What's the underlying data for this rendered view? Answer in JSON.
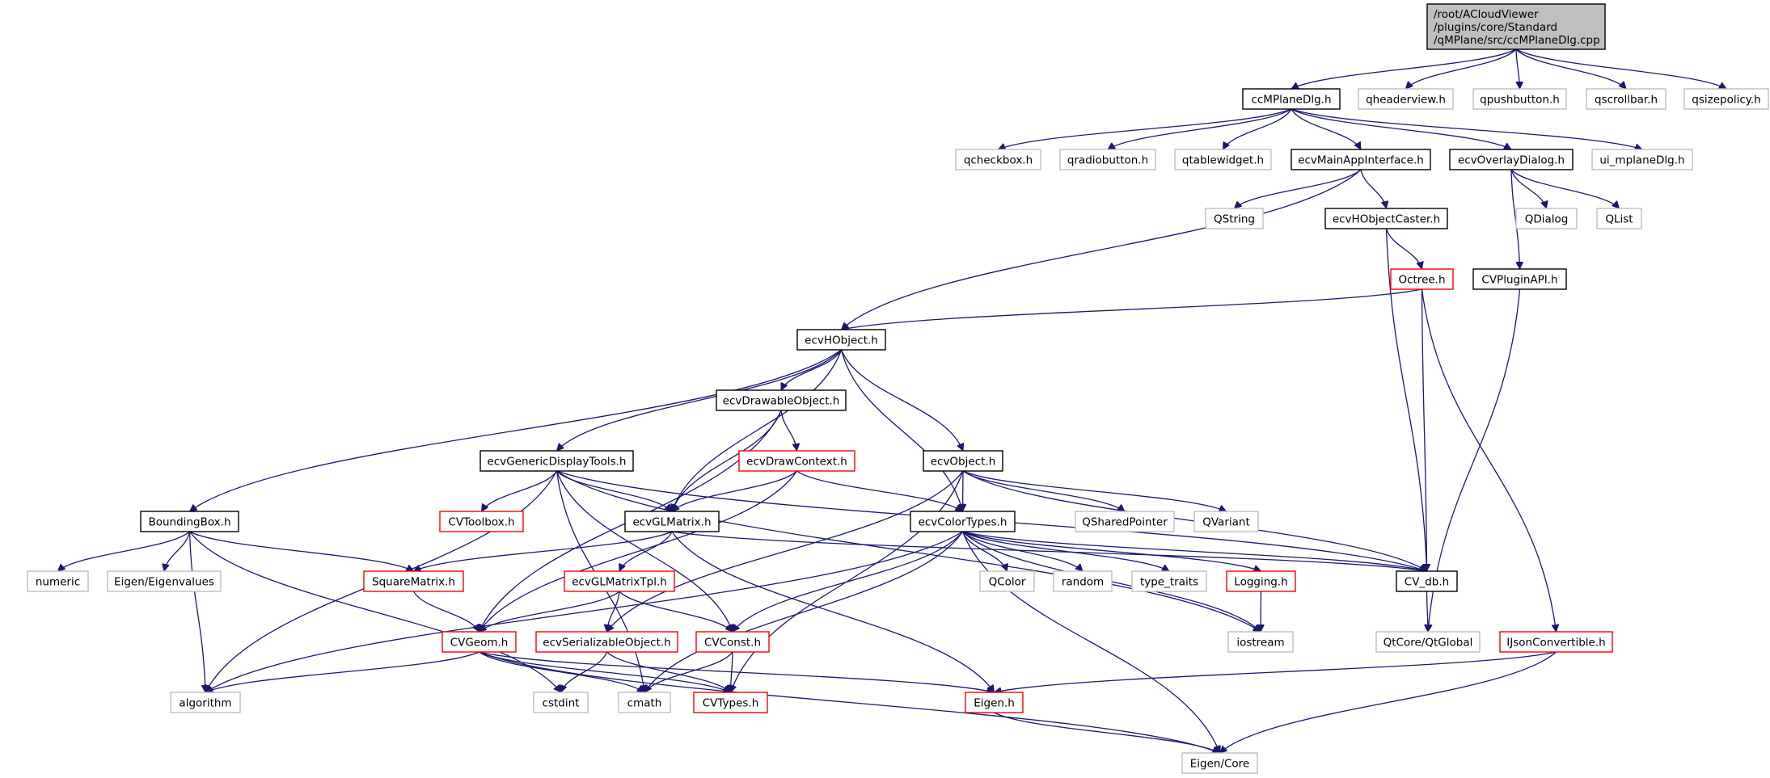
{
  "title": "Include dependency graph for ccMPlaneDlg.cpp",
  "colors": {
    "edge": "#191970",
    "root_fill": "#bfbfbf",
    "root_border": "#000000",
    "documented_border": "#000000",
    "undocumented_border": "#ff0000",
    "external_border": "#bfbfbf",
    "node_fill": "#ffffff"
  },
  "nodes": [
    {
      "id": "root",
      "lines": [
        "/root/ACloudViewer",
        "/plugins/core/Standard",
        "/qMPlane/src/ccMPlaneDlg.cpp"
      ],
      "kind": "root"
    },
    {
      "id": "ccMPlaneDlg",
      "lines": [
        "ccMPlaneDlg.h"
      ],
      "kind": "documented"
    },
    {
      "id": "qheaderview",
      "lines": [
        "qheaderview.h"
      ],
      "kind": "external"
    },
    {
      "id": "qpushbutton",
      "lines": [
        "qpushbutton.h"
      ],
      "kind": "external"
    },
    {
      "id": "qscrollbar",
      "lines": [
        "qscrollbar.h"
      ],
      "kind": "external"
    },
    {
      "id": "qsizepolicy",
      "lines": [
        "qsizepolicy.h"
      ],
      "kind": "external"
    },
    {
      "id": "qcheckbox",
      "lines": [
        "qcheckbox.h"
      ],
      "kind": "external"
    },
    {
      "id": "qradiobutton",
      "lines": [
        "qradiobutton.h"
      ],
      "kind": "external"
    },
    {
      "id": "qtablewidget",
      "lines": [
        "qtablewidget.h"
      ],
      "kind": "external"
    },
    {
      "id": "ecvMainAppInterface",
      "lines": [
        "ecvMainAppInterface.h"
      ],
      "kind": "documented"
    },
    {
      "id": "ecvOverlayDialog",
      "lines": [
        "ecvOverlayDialog.h"
      ],
      "kind": "documented"
    },
    {
      "id": "ui_mplaneDlg",
      "lines": [
        "ui_mplaneDlg.h"
      ],
      "kind": "external"
    },
    {
      "id": "QString",
      "lines": [
        "QString"
      ],
      "kind": "external"
    },
    {
      "id": "ecvHObjectCaster",
      "lines": [
        "ecvHObjectCaster.h"
      ],
      "kind": "documented"
    },
    {
      "id": "QDialog",
      "lines": [
        "QDialog"
      ],
      "kind": "external"
    },
    {
      "id": "QList",
      "lines": [
        "QList"
      ],
      "kind": "external"
    },
    {
      "id": "Octree",
      "lines": [
        "Octree.h"
      ],
      "kind": "undocumented"
    },
    {
      "id": "CVPluginAPI",
      "lines": [
        "CVPluginAPI.h"
      ],
      "kind": "documented"
    },
    {
      "id": "ecvHObject",
      "lines": [
        "ecvHObject.h"
      ],
      "kind": "documented"
    },
    {
      "id": "ecvDrawableObject",
      "lines": [
        "ecvDrawableObject.h"
      ],
      "kind": "documented"
    },
    {
      "id": "ecvGenericDisplayTools",
      "lines": [
        "ecvGenericDisplayTools.h"
      ],
      "kind": "documented"
    },
    {
      "id": "ecvDrawContext",
      "lines": [
        "ecvDrawContext.h"
      ],
      "kind": "undocumented"
    },
    {
      "id": "ecvObject",
      "lines": [
        "ecvObject.h"
      ],
      "kind": "documented"
    },
    {
      "id": "BoundingBox",
      "lines": [
        "BoundingBox.h"
      ],
      "kind": "documented"
    },
    {
      "id": "CVToolbox",
      "lines": [
        "CVToolbox.h"
      ],
      "kind": "undocumented"
    },
    {
      "id": "ecvGLMatrix",
      "lines": [
        "ecvGLMatrix.h"
      ],
      "kind": "documented"
    },
    {
      "id": "ecvColorTypes",
      "lines": [
        "ecvColorTypes.h"
      ],
      "kind": "documented"
    },
    {
      "id": "QSharedPointer",
      "lines": [
        "QSharedPointer"
      ],
      "kind": "external"
    },
    {
      "id": "QVariant",
      "lines": [
        "QVariant"
      ],
      "kind": "external"
    },
    {
      "id": "numeric",
      "lines": [
        "numeric"
      ],
      "kind": "external"
    },
    {
      "id": "EigenEigenvalues",
      "lines": [
        "Eigen/Eigenvalues"
      ],
      "kind": "external"
    },
    {
      "id": "SquareMatrix",
      "lines": [
        "SquareMatrix.h"
      ],
      "kind": "undocumented"
    },
    {
      "id": "ecvGLMatrixTpl",
      "lines": [
        "ecvGLMatrixTpl.h"
      ],
      "kind": "undocumented"
    },
    {
      "id": "QColor",
      "lines": [
        "QColor"
      ],
      "kind": "external"
    },
    {
      "id": "random",
      "lines": [
        "random"
      ],
      "kind": "external"
    },
    {
      "id": "type_traits",
      "lines": [
        "type_traits"
      ],
      "kind": "external"
    },
    {
      "id": "Logging",
      "lines": [
        "Logging.h"
      ],
      "kind": "undocumented"
    },
    {
      "id": "CV_db",
      "lines": [
        "CV_db.h"
      ],
      "kind": "documented"
    },
    {
      "id": "CVGeom",
      "lines": [
        "CVGeom.h"
      ],
      "kind": "undocumented"
    },
    {
      "id": "ecvSerializableObject",
      "lines": [
        "ecvSerializableObject.h"
      ],
      "kind": "undocumented"
    },
    {
      "id": "CVConst",
      "lines": [
        "CVConst.h"
      ],
      "kind": "undocumented"
    },
    {
      "id": "iostream",
      "lines": [
        "iostream"
      ],
      "kind": "external"
    },
    {
      "id": "QtGlobal",
      "lines": [
        "QtCore/QtGlobal"
      ],
      "kind": "external"
    },
    {
      "id": "IJsonConvertible",
      "lines": [
        "IJsonConvertible.h"
      ],
      "kind": "undocumented"
    },
    {
      "id": "algorithm",
      "lines": [
        "algorithm"
      ],
      "kind": "external"
    },
    {
      "id": "cstdint",
      "lines": [
        "cstdint"
      ],
      "kind": "external"
    },
    {
      "id": "cmath",
      "lines": [
        "cmath"
      ],
      "kind": "external"
    },
    {
      "id": "CVTypes",
      "lines": [
        "CVTypes.h"
      ],
      "kind": "undocumented"
    },
    {
      "id": "EigenH",
      "lines": [
        "Eigen.h"
      ],
      "kind": "undocumented"
    },
    {
      "id": "EigenCore",
      "lines": [
        "Eigen/Core"
      ],
      "kind": "external"
    }
  ],
  "edges": [
    [
      "root",
      "ccMPlaneDlg"
    ],
    [
      "root",
      "qheaderview"
    ],
    [
      "root",
      "qpushbutton"
    ],
    [
      "root",
      "qscrollbar"
    ],
    [
      "root",
      "qsizepolicy"
    ],
    [
      "ccMPlaneDlg",
      "qcheckbox"
    ],
    [
      "ccMPlaneDlg",
      "qradiobutton"
    ],
    [
      "ccMPlaneDlg",
      "qtablewidget"
    ],
    [
      "ccMPlaneDlg",
      "ecvMainAppInterface"
    ],
    [
      "ccMPlaneDlg",
      "ecvOverlayDialog"
    ],
    [
      "ccMPlaneDlg",
      "ui_mplaneDlg"
    ],
    [
      "ecvMainAppInterface",
      "QString"
    ],
    [
      "ecvMainAppInterface",
      "ecvHObjectCaster"
    ],
    [
      "ecvMainAppInterface",
      "ecvHObject"
    ],
    [
      "ecvOverlayDialog",
      "QDialog"
    ],
    [
      "ecvOverlayDialog",
      "QList"
    ],
    [
      "ecvOverlayDialog",
      "CVPluginAPI"
    ],
    [
      "ecvHObjectCaster",
      "Octree"
    ],
    [
      "ecvHObjectCaster",
      "CV_db"
    ],
    [
      "Octree",
      "ecvHObject"
    ],
    [
      "Octree",
      "CV_db"
    ],
    [
      "Octree",
      "IJsonConvertible"
    ],
    [
      "CVPluginAPI",
      "QtGlobal"
    ],
    [
      "ecvHObject",
      "BoundingBox"
    ],
    [
      "ecvHObject",
      "ecvGenericDisplayTools"
    ],
    [
      "ecvHObject",
      "ecvGLMatrix"
    ],
    [
      "ecvHObject",
      "ecvDrawableObject"
    ],
    [
      "ecvHObject",
      "ecvColorTypes"
    ],
    [
      "ecvHObject",
      "ecvObject"
    ],
    [
      "ecvDrawableObject",
      "ecvDrawContext"
    ],
    [
      "ecvDrawableObject",
      "ecvGLMatrix"
    ],
    [
      "ecvDrawableObject",
      "CVGeom"
    ],
    [
      "ecvGenericDisplayTools",
      "CVToolbox"
    ],
    [
      "ecvGenericDisplayTools",
      "ecvGLMatrix"
    ],
    [
      "ecvGenericDisplayTools",
      "algorithm"
    ],
    [
      "ecvGenericDisplayTools",
      "cmath"
    ],
    [
      "ecvGenericDisplayTools",
      "CVConst"
    ],
    [
      "ecvGenericDisplayTools",
      "iostream"
    ],
    [
      "ecvGenericDisplayTools",
      "CV_db"
    ],
    [
      "ecvDrawContext",
      "ecvGLMatrix"
    ],
    [
      "ecvDrawContext",
      "ecvColorTypes"
    ],
    [
      "ecvDrawContext",
      "CVGeom"
    ],
    [
      "ecvObject",
      "ecvColorTypes"
    ],
    [
      "ecvObject",
      "QSharedPointer"
    ],
    [
      "ecvObject",
      "QVariant"
    ],
    [
      "ecvObject",
      "CV_db"
    ],
    [
      "ecvObject",
      "ecvSerializableObject"
    ],
    [
      "ecvObject",
      "CVTypes"
    ],
    [
      "BoundingBox",
      "numeric"
    ],
    [
      "BoundingBox",
      "EigenEigenvalues"
    ],
    [
      "BoundingBox",
      "SquareMatrix"
    ],
    [
      "BoundingBox",
      "algorithm"
    ],
    [
      "BoundingBox",
      "cstdint"
    ],
    [
      "ecvGLMatrix",
      "ecvGLMatrixTpl"
    ],
    [
      "ecvGLMatrix",
      "SquareMatrix"
    ],
    [
      "ecvGLMatrix",
      "EigenH"
    ],
    [
      "ecvGLMatrix",
      "CV_db"
    ],
    [
      "ecvColorTypes",
      "QColor"
    ],
    [
      "ecvColorTypes",
      "random"
    ],
    [
      "ecvColorTypes",
      "type_traits"
    ],
    [
      "ecvColorTypes",
      "Logging"
    ],
    [
      "ecvColorTypes",
      "CV_db"
    ],
    [
      "ecvColorTypes",
      "CVConst"
    ],
    [
      "ecvColorTypes",
      "cmath"
    ],
    [
      "ecvColorTypes",
      "algorithm"
    ],
    [
      "ecvColorTypes",
      "iostream"
    ],
    [
      "ecvColorTypes",
      "EigenCore"
    ],
    [
      "SquareMatrix",
      "CVGeom"
    ],
    [
      "ecvGLMatrixTpl",
      "CVGeom"
    ],
    [
      "ecvGLMatrixTpl",
      "ecvSerializableObject"
    ],
    [
      "ecvGLMatrixTpl",
      "CVConst"
    ],
    [
      "Logging",
      "iostream"
    ],
    [
      "CV_db",
      "QtGlobal"
    ],
    [
      "CVGeom",
      "algorithm"
    ],
    [
      "CVGeom",
      "cmath"
    ],
    [
      "CVGeom",
      "CVTypes"
    ],
    [
      "CVGeom",
      "EigenH"
    ],
    [
      "CVGeom",
      "EigenCore"
    ],
    [
      "ecvSerializableObject",
      "cstdint"
    ],
    [
      "ecvSerializableObject",
      "CVTypes"
    ],
    [
      "CVConst",
      "cmath"
    ],
    [
      "CVConst",
      "CVTypes"
    ],
    [
      "IJsonConvertible",
      "EigenH"
    ],
    [
      "IJsonConvertible",
      "EigenCore"
    ],
    [
      "EigenH",
      "EigenCore"
    ]
  ]
}
